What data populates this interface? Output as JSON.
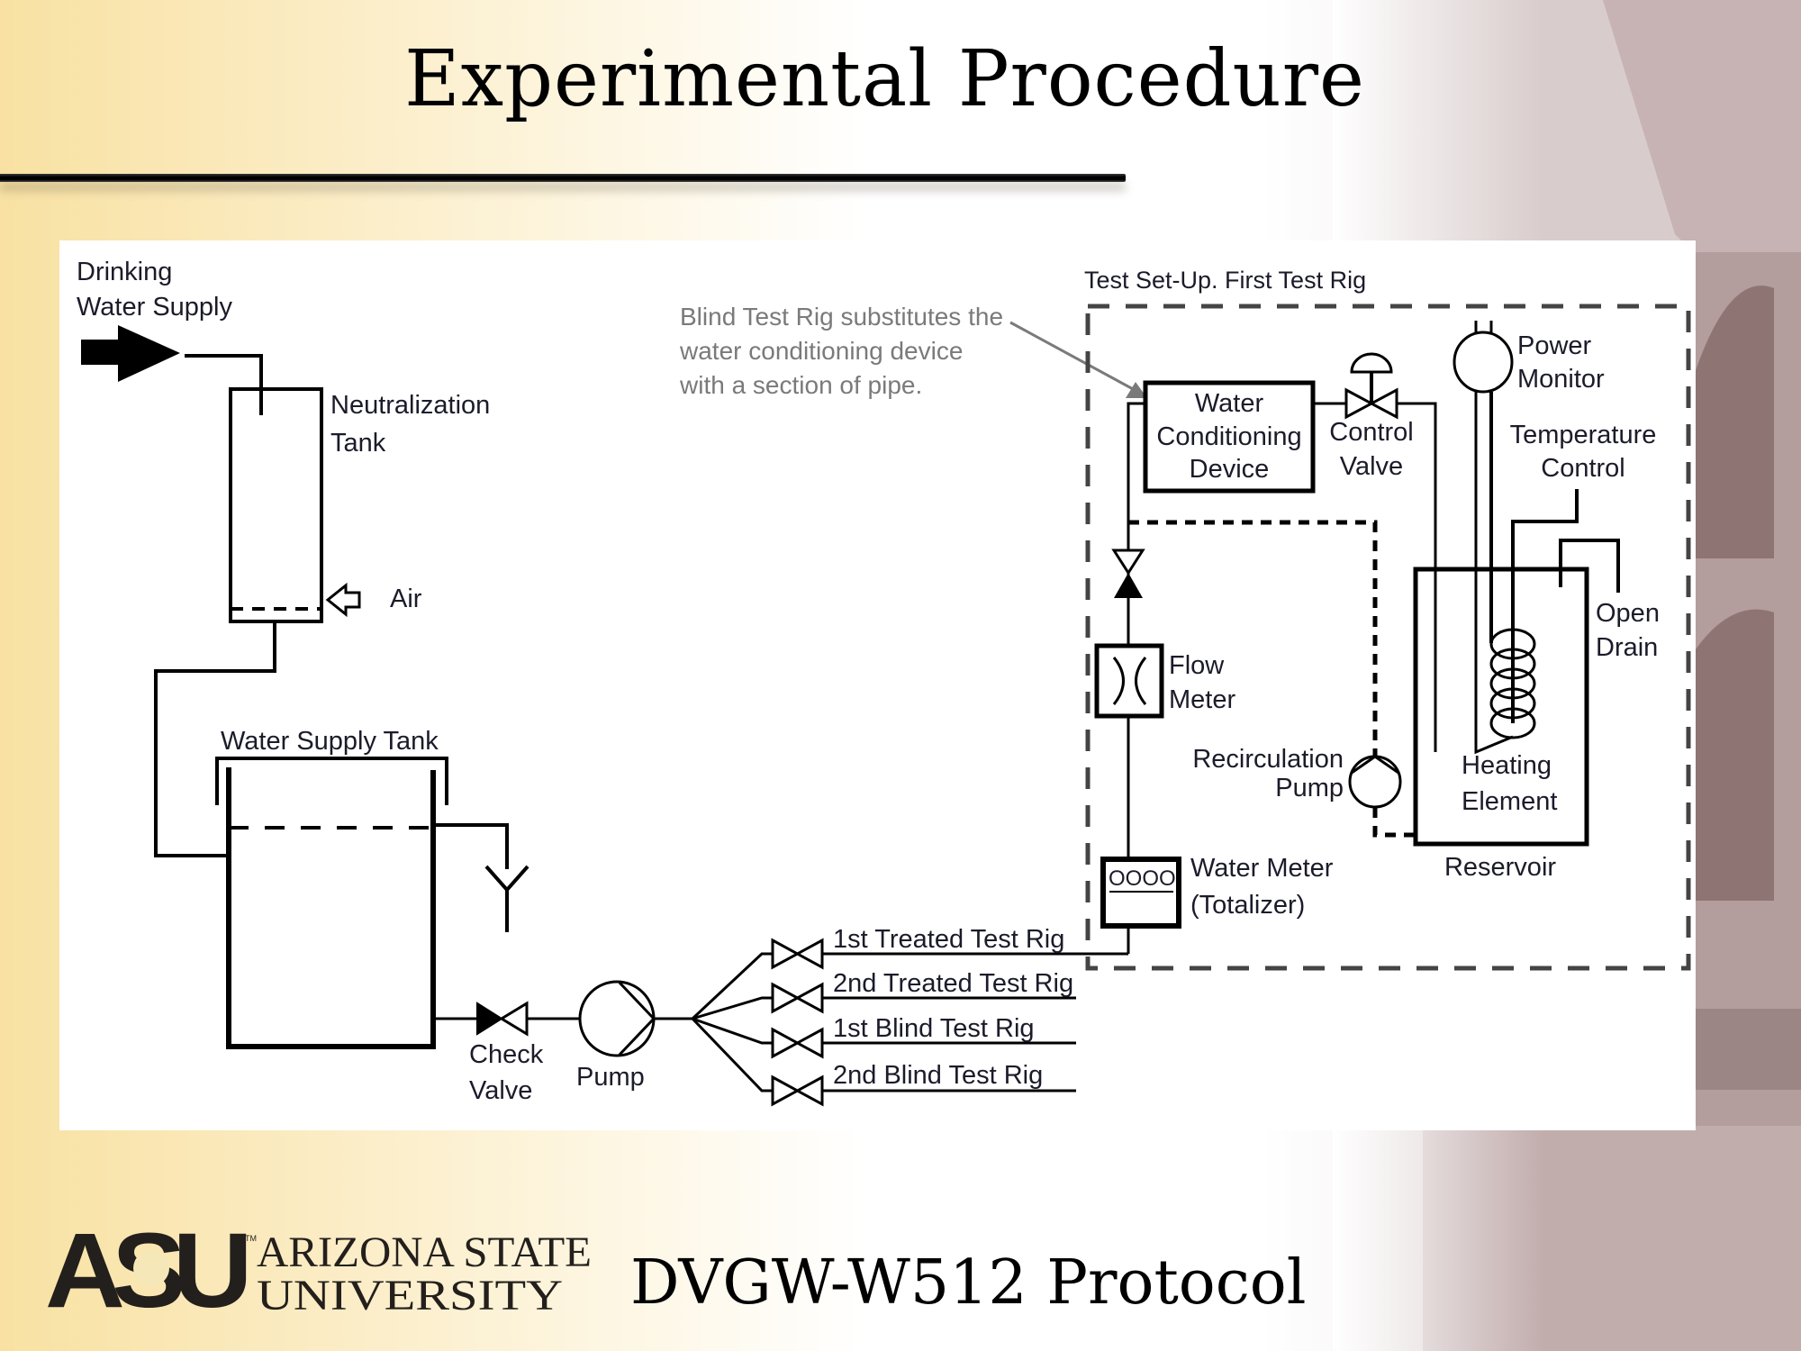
{
  "slide": {
    "title": "Experimental Procedure",
    "footer_title": "DVGW-W512 Protocol",
    "logo": {
      "mark": "ASU",
      "line1": "Arizona State",
      "line2": "University",
      "trademark": "TM"
    },
    "colors": {
      "gold_bg": "#f8e1a2",
      "ink": "#000000",
      "note_gray": "#7a7a7a",
      "rig_box_dash": "#444444",
      "building_tint": "#cdbcbc"
    }
  },
  "diagram": {
    "source": {
      "label_line1": "Drinking",
      "label_line2": "Water Supply",
      "icon": "flow-arrow-icon"
    },
    "neutralization_tank": {
      "label_line1": "Neutralization",
      "label_line2": "Tank",
      "air_label": "Air"
    },
    "water_supply_tank": {
      "label": "Water Supply Tank"
    },
    "check_valve": {
      "label_line1": "Check",
      "label_line2": "Valve"
    },
    "pump": {
      "label": "Pump"
    },
    "branches": [
      {
        "label": "1st Treated Test Rig"
      },
      {
        "label": "2nd Treated Test Rig"
      },
      {
        "label": "1st Blind Test Rig"
      },
      {
        "label": "2nd Blind Test Rig"
      }
    ],
    "annotation": {
      "line1": "Blind Test Rig substitutes the",
      "line2": "water conditioning device",
      "line3": "with a section of pipe."
    },
    "test_rig": {
      "title": "Test Set-Up. First Test Rig",
      "water_conditioning_device": {
        "line1": "Water",
        "line2": "Conditioning",
        "line3": "Device"
      },
      "control_valve": {
        "line1": "Control",
        "line2": "Valve"
      },
      "power_monitor": {
        "line1": "Power",
        "line2": "Monitor"
      },
      "temperature_control": {
        "line1": "Temperature",
        "line2": "Control"
      },
      "open_drain": {
        "line1": "Open",
        "line2": "Drain"
      },
      "flow_meter": {
        "line1": "Flow",
        "line2": "Meter"
      },
      "recirculation_pump": {
        "line1": "Recirculation",
        "line2": "Pump"
      },
      "heating_element": {
        "line1": "Heating",
        "line2": "Element"
      },
      "water_meter": {
        "line1": "Water Meter",
        "line2": "(Totalizer)",
        "display": "OOOO"
      },
      "reservoir": {
        "label": "Reservoir"
      }
    }
  }
}
